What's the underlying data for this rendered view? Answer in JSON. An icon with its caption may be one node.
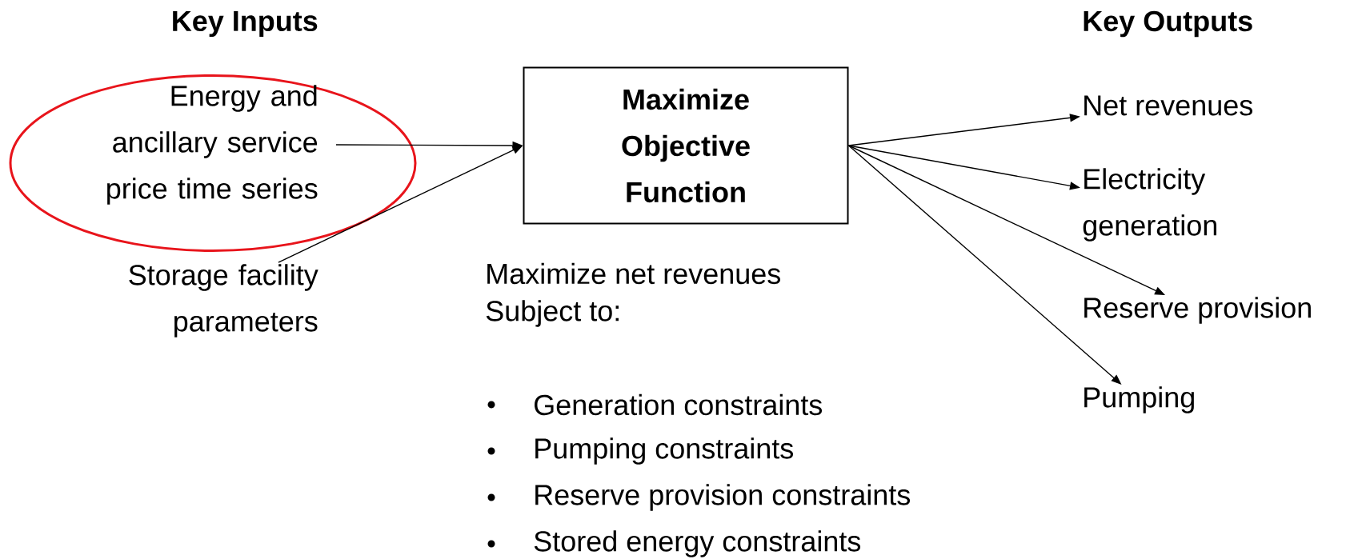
{
  "diagram": {
    "nodes": [
      {
        "text": [
          "Energy and ancillary service price time series"
        ]
      },
      {
        "text": [
          "Storage facility parameters"
        ]
      },
      {
        "text": [
          "Maximize Objective Function"
        ]
      },
      {
        "text": [
          "Net revenues"
        ]
      },
      {
        "text": [
          "Electricity generation"
        ]
      },
      {
        "text": [
          "Reserve provision"
        ]
      },
      {
        "text": [
          "Pumping"
        ]
      }
    ],
    "edges": [
      {
        "from": 0,
        "to": 2,
        "arrow": "to"
      },
      {
        "from": 1,
        "to": 2,
        "arrow": "to"
      },
      {
        "from": 2,
        "to": 3,
        "arrow": "to"
      },
      {
        "from": 2,
        "to": 4,
        "arrow": "to"
      },
      {
        "from": 2,
        "to": 5,
        "arrow": "to"
      },
      {
        "from": 2,
        "to": 6,
        "arrow": "to"
      }
    ],
    "labels": [
      "Key Inputs",
      "Key Outputs",
      "Maximize net revenues",
      "Subject to:",
      "Generation constraints",
      "Pumping constraints",
      "Reserve provision constraints",
      "Stored energy constraints"
    ]
  }
}
